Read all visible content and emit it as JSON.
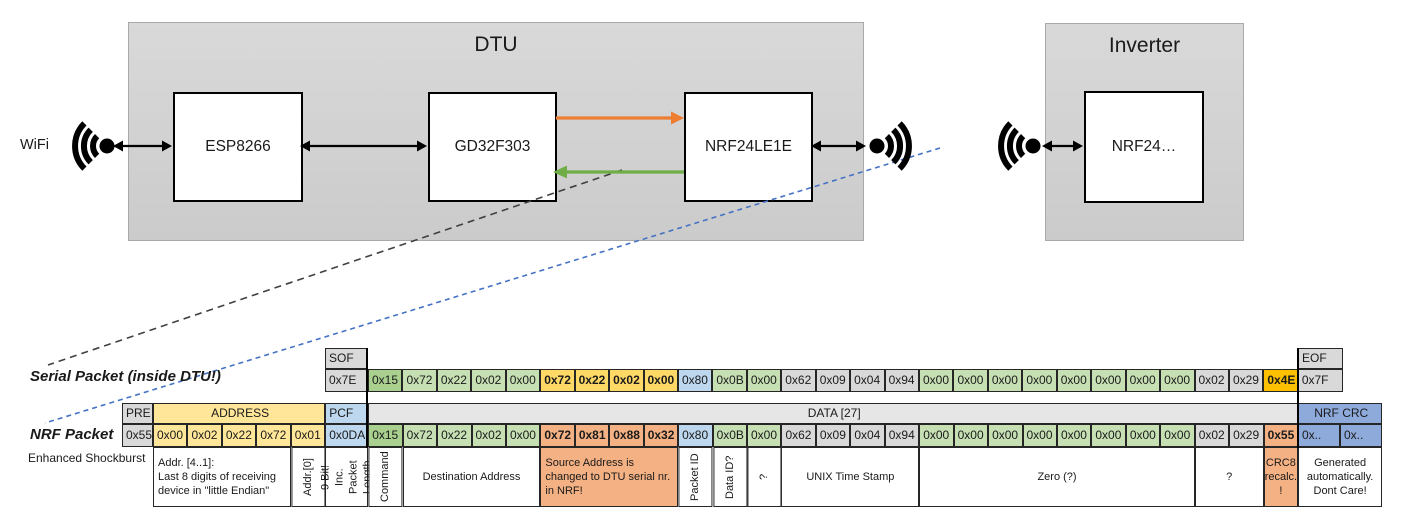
{
  "colors": {
    "orange_arrow": "#ED7D31",
    "green_arrow": "#70AD47",
    "blue_dashed": "#4472C4",
    "black_dashed": "#404040",
    "address_yellow": "#FFE699",
    "source_salmon": "#F4B183",
    "crc_gold": "#FFC000",
    "nrf_crc_blue": "#8EAADB"
  },
  "topology": {
    "wifi_label": "WiFi",
    "dtu_title": "DTU",
    "chips": {
      "esp": "ESP8266",
      "gd": "GD32F303",
      "nrf": "NRF24LE1E"
    },
    "inverter_title": "Inverter",
    "inverter_chip": "NRF24…"
  },
  "packet_labels": {
    "serial": "Serial Packet (inside DTU!)",
    "nrf": "NRF Packet",
    "shockburst": "Enhanced Shockburst"
  },
  "serial_packet": {
    "headers": [
      {
        "t": "SOF",
        "c": "g",
        "w": 43
      },
      {
        "t": "",
        "c": "sp",
        "span": 27
      },
      {
        "t": "EOF",
        "c": "g",
        "w": 45
      }
    ],
    "cells": [
      {
        "t": "0x7E",
        "c": "g",
        "w": 43
      },
      {
        "t": "0x15",
        "c": "gd"
      },
      {
        "t": "0x72",
        "c": "gl"
      },
      {
        "t": "0x22",
        "c": "gl"
      },
      {
        "t": "0x02",
        "c": "gl"
      },
      {
        "t": "0x00",
        "c": "gl"
      },
      {
        "t": "0x72",
        "c": "ys",
        "b": 1
      },
      {
        "t": "0x22",
        "c": "ys",
        "b": 1
      },
      {
        "t": "0x02",
        "c": "ys",
        "b": 1
      },
      {
        "t": "0x00",
        "c": "ys",
        "b": 1
      },
      {
        "t": "0x80",
        "c": "bl"
      },
      {
        "t": "0x0B",
        "c": "gl"
      },
      {
        "t": "0x00",
        "c": "gl"
      },
      {
        "t": "0x62",
        "c": "g"
      },
      {
        "t": "0x09",
        "c": "g"
      },
      {
        "t": "0x04",
        "c": "g"
      },
      {
        "t": "0x94",
        "c": "g"
      },
      {
        "t": "0x00",
        "c": "gl"
      },
      {
        "t": "0x00",
        "c": "gl"
      },
      {
        "t": "0x00",
        "c": "gl"
      },
      {
        "t": "0x00",
        "c": "gl"
      },
      {
        "t": "0x00",
        "c": "gl"
      },
      {
        "t": "0x00",
        "c": "gl"
      },
      {
        "t": "0x00",
        "c": "gl"
      },
      {
        "t": "0x00",
        "c": "gl"
      },
      {
        "t": "0x02",
        "c": "g"
      },
      {
        "t": "0x29",
        "c": "g"
      },
      {
        "t": "0x4E",
        "c": "go",
        "b": 1
      },
      {
        "t": "0x7F",
        "c": "g",
        "w": 45
      }
    ]
  },
  "nrf_packet": {
    "headers": [
      {
        "t": "PRE",
        "c": "g",
        "w": 31
      },
      {
        "t": "ADDRESS",
        "c": "y",
        "span": 5,
        "align": "center"
      },
      {
        "t": "PCF",
        "c": "bl",
        "w": 43
      },
      {
        "t": "DATA [27]",
        "c": "lg",
        "span": 27,
        "align": "center"
      },
      {
        "t": "NRF CRC",
        "c": "bm",
        "w": 84,
        "align": "center"
      }
    ],
    "cells": [
      {
        "t": "0x55",
        "c": "g",
        "w": 31
      },
      {
        "t": "0x00",
        "c": "y"
      },
      {
        "t": "0x02",
        "c": "y"
      },
      {
        "t": "0x22",
        "c": "y"
      },
      {
        "t": "0x72",
        "c": "y"
      },
      {
        "t": "0x01",
        "c": "y"
      },
      {
        "t": "0x0DA",
        "c": "bl",
        "w": 43
      },
      {
        "t": "0x15",
        "c": "gd"
      },
      {
        "t": "0x72",
        "c": "gl"
      },
      {
        "t": "0x22",
        "c": "gl"
      },
      {
        "t": "0x02",
        "c": "gl"
      },
      {
        "t": "0x00",
        "c": "gl"
      },
      {
        "t": "0x72",
        "c": "sa",
        "b": 1
      },
      {
        "t": "0x81",
        "c": "sa",
        "b": 1
      },
      {
        "t": "0x88",
        "c": "sa",
        "b": 1
      },
      {
        "t": "0x32",
        "c": "sa",
        "b": 1
      },
      {
        "t": "0x80",
        "c": "bl"
      },
      {
        "t": "0x0B",
        "c": "gl"
      },
      {
        "t": "0x00",
        "c": "gl"
      },
      {
        "t": "0x62",
        "c": "g"
      },
      {
        "t": "0x09",
        "c": "g"
      },
      {
        "t": "0x04",
        "c": "g"
      },
      {
        "t": "0x94",
        "c": "g"
      },
      {
        "t": "0x00",
        "c": "gl"
      },
      {
        "t": "0x00",
        "c": "gl"
      },
      {
        "t": "0x00",
        "c": "gl"
      },
      {
        "t": "0x00",
        "c": "gl"
      },
      {
        "t": "0x00",
        "c": "gl"
      },
      {
        "t": "0x00",
        "c": "gl"
      },
      {
        "t": "0x00",
        "c": "gl"
      },
      {
        "t": "0x00",
        "c": "gl"
      },
      {
        "t": "0x02",
        "c": "g"
      },
      {
        "t": "0x29",
        "c": "g"
      },
      {
        "t": "0x55",
        "c": "sa",
        "b": 1
      },
      {
        "t": "0x..",
        "c": "bm",
        "w": 42
      },
      {
        "t": "0x..",
        "c": "bm",
        "w": 42
      }
    ],
    "annotations": [
      {
        "t": "Addr. [4..1]:\nLast 8 digits of receiving device in \"little Endian\"",
        "span": 4,
        "align": "left"
      },
      {
        "t": "Addr.[0]",
        "v": 1
      },
      {
        "t": "9 Bit!\nInc. Packet\nLength",
        "v": 1,
        "w": 43
      },
      {
        "t": "Command",
        "v": 1
      },
      {
        "t": "Destination Address",
        "span": 4
      },
      {
        "t": "Source Address is changed to DTU serial nr. in NRF!",
        "span": 4,
        "c": "sa",
        "align": "left"
      },
      {
        "t": "Packet ID",
        "v": 1
      },
      {
        "t": "Data ID?",
        "v": 1
      },
      {
        "t": "?",
        "v": 1
      },
      {
        "t": "UNIX Time Stamp",
        "span": 4
      },
      {
        "t": "Zero (?)",
        "span": 8
      },
      {
        "t": "?",
        "span": 2
      },
      {
        "t": "CRC8 recalc. !",
        "c": "sa"
      },
      {
        "t": "Generated automatically. Dont Care!",
        "w": 84
      }
    ]
  }
}
